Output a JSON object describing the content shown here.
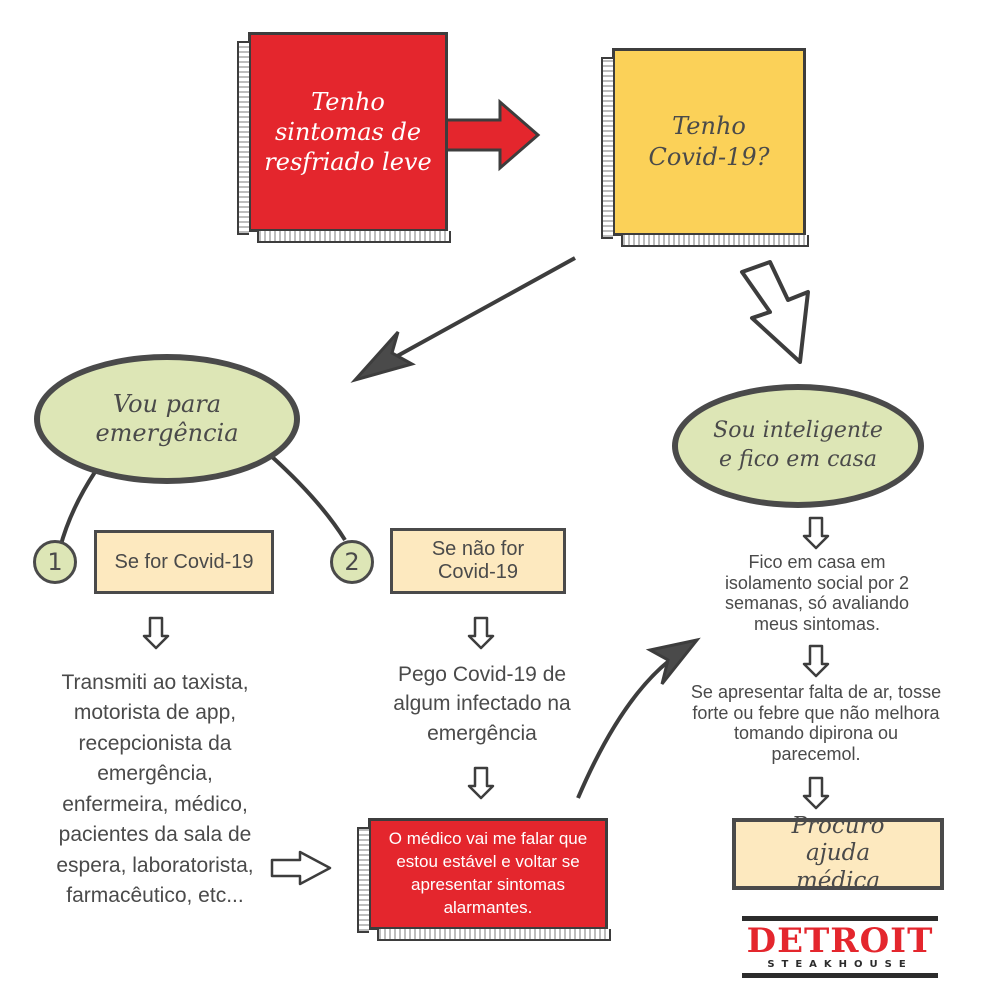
{
  "start_box": "Tenho sintomas de resfriado leve",
  "question_box": "Tenho Covid-19?",
  "left_oval": "Vou para emergência",
  "right_oval": "Sou inteligente e fico em casa",
  "branch1": {
    "number": "1",
    "label": "Se for Covid-19"
  },
  "branch2": {
    "number": "2",
    "label": "Se não for Covid-19"
  },
  "branch1_result": "Transmiti ao taxista, motorista de app, recepcionista da emergência, enfermeira, médico, pacientes da sala de espera, laboratorista, farmacêutico, etc...",
  "branch2_result": "Pego Covid-19 de algum infectado na emergência",
  "doctor_box": "O médico vai me falar que estou estável e voltar se apresentar sintomas alarmantes.",
  "isolation_text": "Fico em casa em isolamento social por 2 semanas, só avaliando meus sintomas.",
  "warning_text": "Se apresentar falta de ar, tosse forte ou febre que não melhora tomando dipirona ou parecemol.",
  "help_box": "Procuro ajuda médica",
  "logo": {
    "name": "DETROIT",
    "sub": "STEAKHOUSE"
  },
  "colors": {
    "red": "#e4262d",
    "yellow": "#fbd158",
    "green": "#dde6b6",
    "cream": "#fde9bf",
    "ink": "#4a4a4a"
  }
}
